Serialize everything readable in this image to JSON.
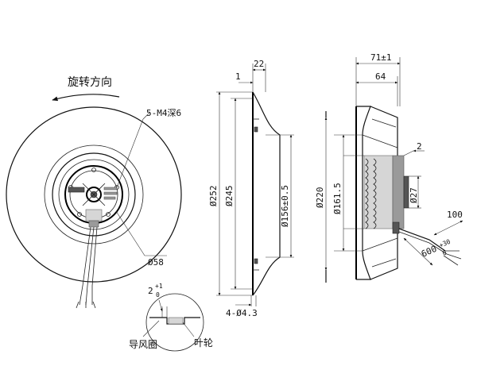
{
  "front_view": {
    "rotation_label": "旋转方向",
    "screw_callout": "5-M4深6",
    "hub_diameter": "Ø58",
    "gap_label": "2",
    "gap_sup": "+1",
    "gap_sub": "0",
    "guide_ring_label": "导风圈",
    "impeller_label": "叶轮"
  },
  "side_view": {
    "outer_diameter": "Ø252",
    "inner_diameter": "Ø245",
    "bore_diameter": "Ø156±0.5",
    "flange_width": "22",
    "flange_thickness": "1",
    "mount_holes": "4-Ø4.3"
  },
  "section_view": {
    "overall_depth": "71±1",
    "body_depth": "64",
    "inlet_diameter": "Ø220",
    "rotor_diameter": "Ø161.5",
    "shaft_diameter": "Ø27",
    "offset": "2",
    "cable_length": "600",
    "cable_tol_upper": "+30",
    "cable_tol_lower": "0",
    "strip_length": "100"
  }
}
